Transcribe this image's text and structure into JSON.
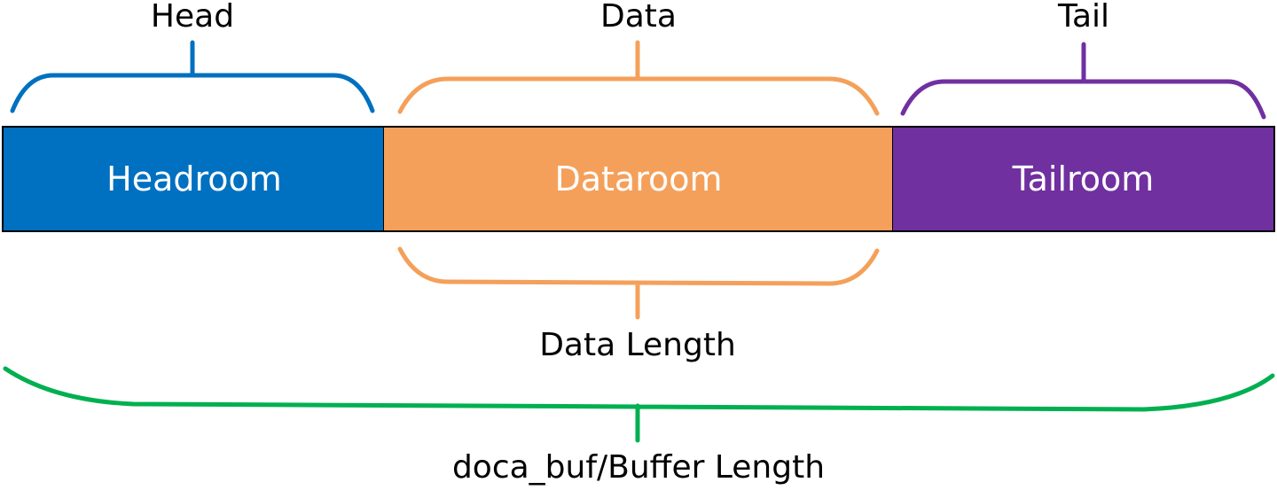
{
  "labels": {
    "head": "Head",
    "data": "Data",
    "tail": "Tail",
    "data_length": "Data Length",
    "buffer_length": "doca_buf/Buffer Length"
  },
  "segments": {
    "headroom": {
      "label": "Headroom",
      "color": "#0070C0"
    },
    "dataroom": {
      "label": "Dataroom",
      "color": "#F4A05A"
    },
    "tailroom": {
      "label": "Tailroom",
      "color": "#7030A0"
    }
  },
  "brace_colors": {
    "head": "#0070C0",
    "data": "#F4A05A",
    "tail": "#7030A0",
    "data_length": "#F4A05A",
    "buffer_length": "#00B050"
  }
}
